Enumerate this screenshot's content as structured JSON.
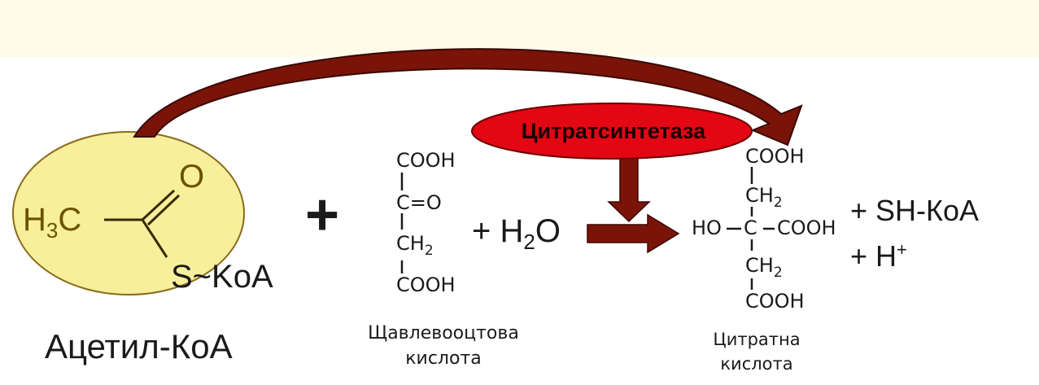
{
  "reactant_acetyl": {
    "group_formula": "H3C",
    "carbonyl_o": "O",
    "thioester": "S~KoA",
    "name": "Ацетил-КоА"
  },
  "plus_sign": "+",
  "oxaloacetate": {
    "line1": "COOH",
    "line2": "C=O",
    "line3": "CH2",
    "line4": "COOH",
    "name_line1": "Щавлевооцтова",
    "name_line2": "кислота"
  },
  "water": "+ H2O",
  "enzyme": {
    "label": "Цитратсинтетаза",
    "fill_color": "#e30613",
    "arrow_color": "#7a1408"
  },
  "citrate": {
    "top": "COOH",
    "ch2_top": "CH2",
    "ho": "HO",
    "center_c": "C",
    "right_cooh": "COOH",
    "ch2_bottom": "CH2",
    "bottom": "COOH",
    "name_line1": "Цитратна",
    "name_line2": "кислота"
  },
  "products": {
    "sh_koa": "+ SH-КоА",
    "h_plus": "+ H+"
  },
  "highlight_color": "#f7ef9b"
}
